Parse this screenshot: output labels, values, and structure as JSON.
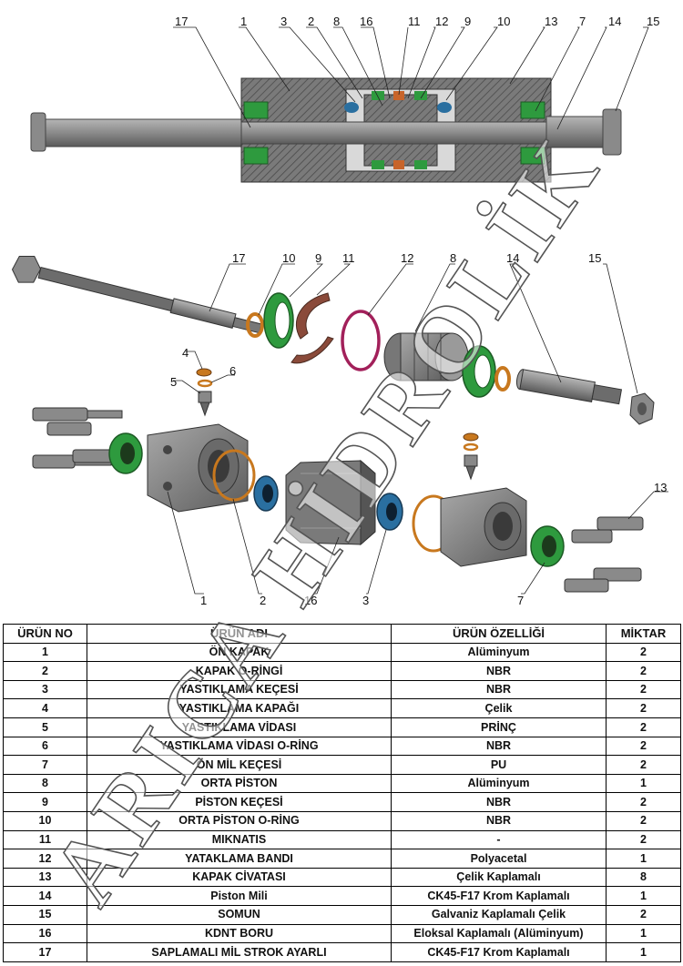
{
  "watermark_text": "ARICA HİDROLİK",
  "callouts": {
    "section": [
      "17",
      "1",
      "3",
      "2",
      "8",
      "16",
      "11",
      "12",
      "9",
      "10",
      "13",
      "7",
      "14",
      "15"
    ],
    "exploded": [
      "17",
      "10",
      "9",
      "11",
      "12",
      "8",
      "14",
      "15",
      "4",
      "6",
      "5",
      "13",
      "1",
      "2",
      "16",
      "3",
      "7"
    ]
  },
  "table": {
    "headers": [
      "ÜRÜN NO",
      "ÜRÜN ADI",
      "ÜRÜN ÖZELLİĞİ",
      "MİKTAR"
    ],
    "rows": [
      [
        "1",
        "ÖN KAPAK",
        "Alüminyum",
        "2"
      ],
      [
        "2",
        "KAPAK O-RİNGİ",
        "NBR",
        "2"
      ],
      [
        "3",
        "YASTIKLAMA KEÇESİ",
        "NBR",
        "2"
      ],
      [
        "4",
        "YASTIKLAMA KAPAĞI",
        "Çelik",
        "2"
      ],
      [
        "5",
        "YASTIKLAMA VİDASI",
        "PRİNÇ",
        "2"
      ],
      [
        "6",
        "YASTIKLAMA VİDASI O-RİNG",
        "NBR",
        "2"
      ],
      [
        "7",
        "ÖN MİL KEÇESİ",
        "PU",
        "2"
      ],
      [
        "8",
        "ORTA PİSTON",
        "Alüminyum",
        "1"
      ],
      [
        "9",
        "PİSTON KEÇESİ",
        "NBR",
        "2"
      ],
      [
        "10",
        "ORTA PİSTON O-RİNG",
        "NBR",
        "2"
      ],
      [
        "11",
        "MIKNATIS",
        "-",
        "2"
      ],
      [
        "12",
        "YATAKLAMA BANDI",
        "Polyacetal",
        "1"
      ],
      [
        "13",
        "KAPAK CİVATASI",
        "Çelik Kaplamalı",
        "8"
      ],
      [
        "14",
        "Piston Mili",
        "CK45-F17 Krom Kaplamalı",
        "1"
      ],
      [
        "15",
        "SOMUN",
        "Galvaniz Kaplamalı Çelik",
        "2"
      ],
      [
        "16",
        "KDNT  BORU",
        "Eloksal Kaplamalı (Alüminyum)",
        "1"
      ],
      [
        "17",
        "SAPLAMALI MİL STROK AYARLI",
        "CK45-F17 Krom Kaplamalı",
        "1"
      ]
    ]
  },
  "colors": {
    "metal": "#8c8c8c",
    "metal_dark": "#5e5e5e",
    "seal_green": "#2e9a3e",
    "seal_blue": "#2a6fa0",
    "oring_orange": "#c8781e",
    "magnet_brown": "#8a4a3a",
    "band_magenta": "#a2205a"
  }
}
